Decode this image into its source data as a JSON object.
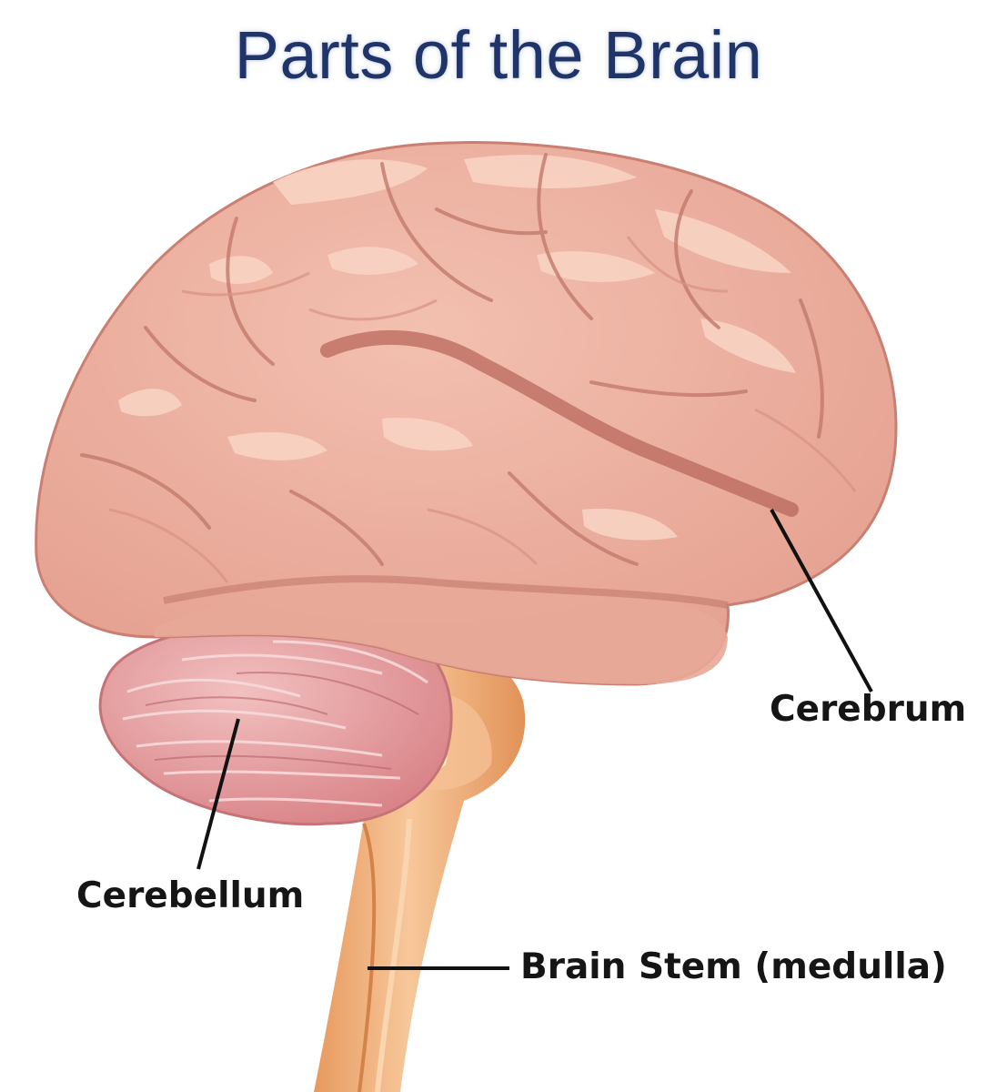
{
  "title": "Parts of the Brain",
  "labels": {
    "cerebrum": "Cerebrum",
    "cerebellum": "Cerebellum",
    "brain_stem": "Brain Stem (medulla)"
  },
  "colors": {
    "title": "#1f3468",
    "cerebrum_fill": "#e8a898",
    "cerebrum_shadow": "#c97f72",
    "cerebrum_highlight": "#f6cdbd",
    "cerebellum_fill": "#dc8e92",
    "brainstem_fill": "#f0b67e",
    "leader_line": "#111111"
  }
}
